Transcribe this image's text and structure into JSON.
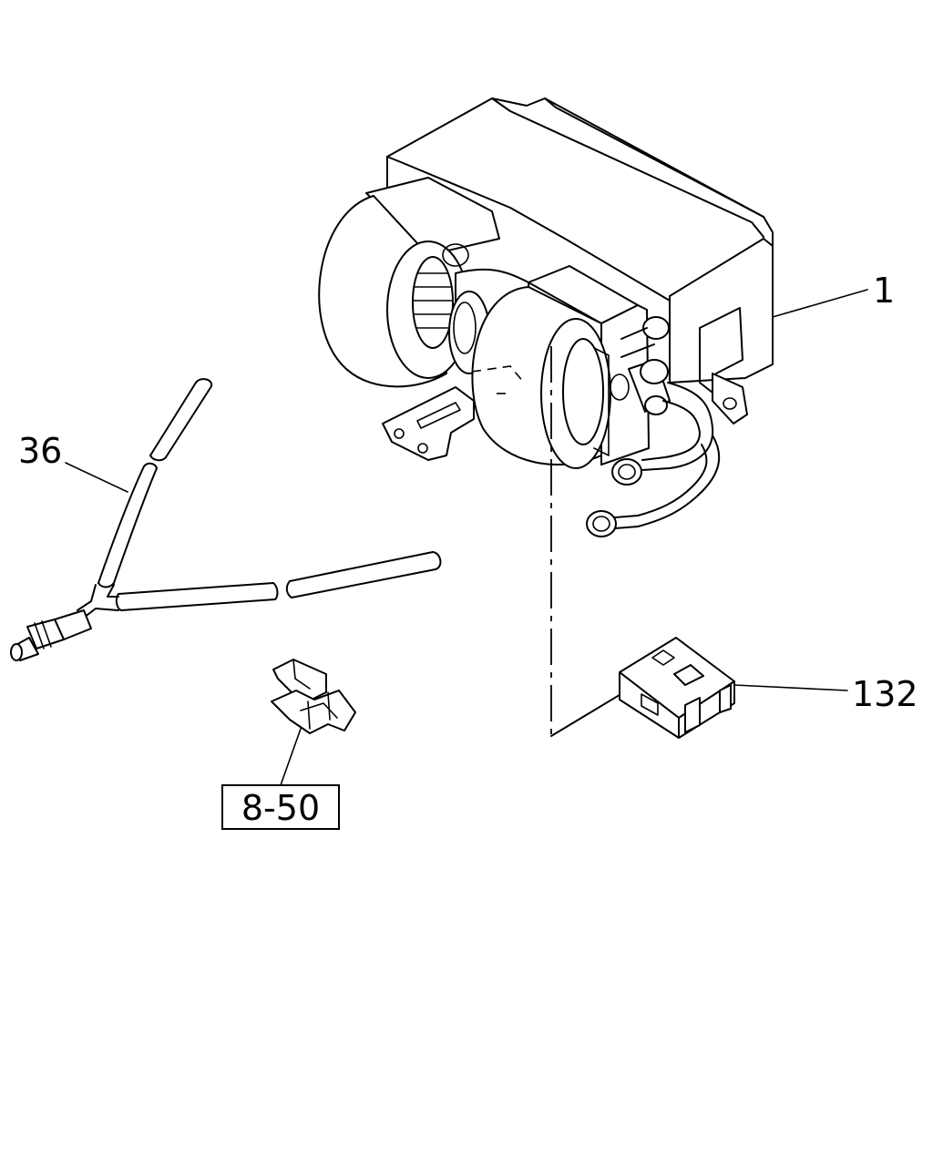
{
  "callouts": {
    "part_1": "1",
    "part_36": "36",
    "part_132": "132",
    "reference": "8-50"
  }
}
